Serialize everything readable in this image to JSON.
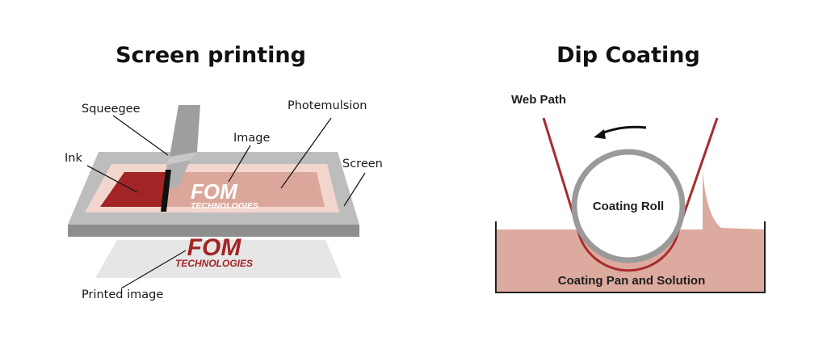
{
  "screen_printing": {
    "title": "Screen printing",
    "labels": {
      "squeegee": "Squeegee",
      "photemulsion": "Photemulsion",
      "image": "Image",
      "ink": "Ink",
      "screen": "Screen",
      "printed_image": "Printed image"
    },
    "logo_main": "FOM",
    "logo_sub": "TECHNOLOGIES"
  },
  "dip_coating": {
    "title": "Dip Coating",
    "labels": {
      "web_path": "Web Path",
      "coating_roll": "Coating Roll",
      "coating_pan": "Coating Pan and Solution"
    }
  },
  "colors": {
    "ink": "#a32424",
    "emulsion": "#dba79a",
    "frame": "#8e8e8e",
    "solution": "#dcaa9e",
    "web": "#a82c2c"
  }
}
